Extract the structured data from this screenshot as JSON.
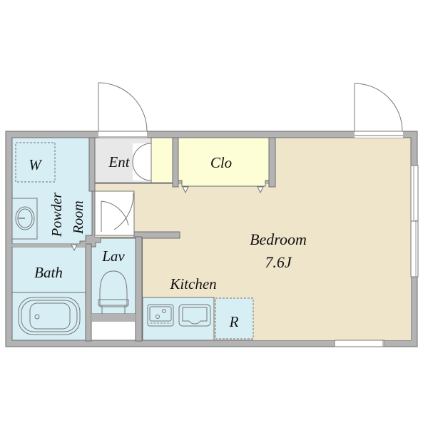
{
  "plan": {
    "type": "floor-plan",
    "colors": {
      "wall": "#b3b3b3",
      "wall_edge": "#6e6e6e",
      "wet_area": "#d7eef4",
      "living_floor": "#efe5cb",
      "closet_floor": "#fdfdd6",
      "entrance_floor": "#e8e8e8",
      "door_line": "#777777",
      "background": "#ffffff"
    },
    "rooms": {
      "washer": {
        "label": "W"
      },
      "powder_room": {
        "label_line1": "Powder",
        "label_line2": "Room"
      },
      "entrance": {
        "label": "Ent"
      },
      "closet": {
        "label": "Clo"
      },
      "bedroom": {
        "label": "Bedroom",
        "size": "7.6J"
      },
      "bath": {
        "label": "Bath"
      },
      "lavatory": {
        "label": "Lav"
      },
      "kitchen": {
        "label": "Kitchen"
      },
      "refrigerator": {
        "label": "R"
      }
    },
    "fixtures": [
      "entrance-door",
      "balcony-door",
      "washbasin",
      "bathtub",
      "toilet",
      "stove",
      "sink",
      "washer-space",
      "refrigerator-space",
      "shoe-cabinet",
      "closet-folding-doors",
      "sliding-window-east",
      "window-south"
    ]
  }
}
